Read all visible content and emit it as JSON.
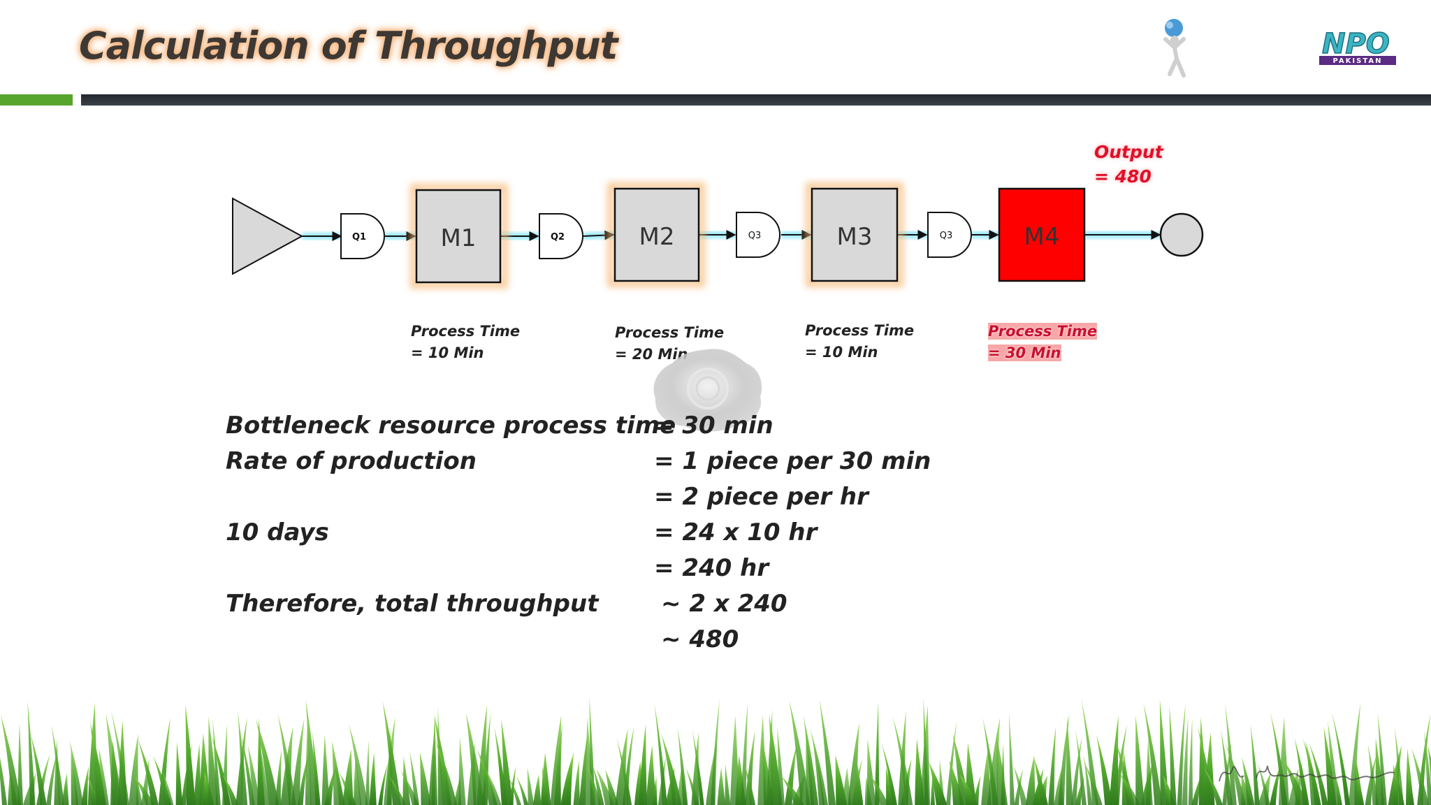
{
  "slide": {
    "title": "Calculation of Throughput"
  },
  "logo": {
    "text": "NPO",
    "subtext": "PAKISTAN"
  },
  "diagram": {
    "queues": [
      "Q1",
      "Q2",
      "Q3",
      "Q3"
    ],
    "machines": [
      {
        "label": "M1",
        "process_time_label": "Process Time",
        "process_time_value": "= 10 Min",
        "bottleneck": false
      },
      {
        "label": "M2",
        "process_time_label": "Process Time",
        "process_time_value": "= 20 Min",
        "bottleneck": false
      },
      {
        "label": "M3",
        "process_time_label": "Process Time",
        "process_time_value": "= 10 Min",
        "bottleneck": false
      },
      {
        "label": "M4",
        "process_time_label": "Process Time",
        "process_time_value": "= 30 Min",
        "bottleneck": true
      }
    ],
    "output": {
      "label": "Output",
      "value": "= 480"
    }
  },
  "calculation": {
    "rows": [
      {
        "label": "Bottleneck resource process time",
        "value": "= 30 min"
      },
      {
        "label": "Rate of production",
        "value": "= 1 piece per 30 min"
      },
      {
        "label": "",
        "value": "= 2 piece per hr"
      },
      {
        "label": "10 days",
        "value": "= 24 x 10 hr"
      },
      {
        "label": "",
        "value": "= 240 hr"
      },
      {
        "label": "Therefore, total throughput",
        "value": " ~ 2 x 240"
      },
      {
        "label": "",
        "value": " ~ 480"
      }
    ]
  },
  "colors": {
    "accent_green": "#58a52e",
    "bar_dark": "#2d3339",
    "bottleneck_red": "#ff0000",
    "flow_glow": "#5fd7f2",
    "machine_fill": "#d9d9d9"
  }
}
